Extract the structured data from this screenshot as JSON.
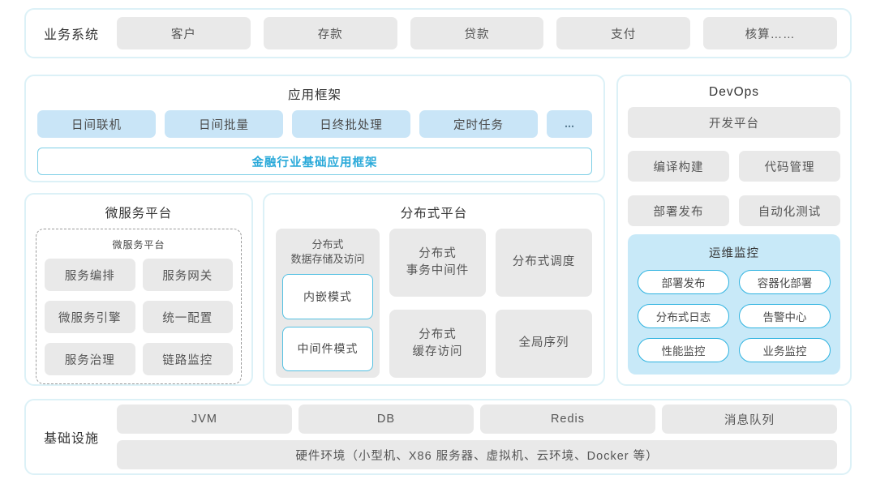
{
  "colors": {
    "panel_border": "#dcf1f7",
    "chip_gray": "#e9e9e9",
    "chip_blue": "#c9e5f7",
    "ops_panel_bg": "#c8e9f8",
    "accent_blue_text": "#29a9d9",
    "ops_chip_border": "#2fb3e0",
    "mode_card_border": "#54c0e2"
  },
  "business": {
    "label": "业务系统",
    "items": [
      "客户",
      "存款",
      "贷款",
      "支付",
      "核算……"
    ]
  },
  "app_framework": {
    "title": "应用框架",
    "chips": [
      "日间联机",
      "日间批量",
      "日终批处理",
      "定时任务",
      "..."
    ],
    "base_box": "金融行业基础应用框架"
  },
  "microservice": {
    "title": "微服务平台",
    "inner_title": "微服务平台",
    "chips": [
      "服务编排",
      "服务网关",
      "微服务引擎",
      "统一配置",
      "服务治理",
      "链路监控"
    ]
  },
  "distributed": {
    "title": "分布式平台",
    "storage": {
      "title": "分布式\n数据存储及访问",
      "modes": [
        "内嵌模式",
        "中间件模式"
      ]
    },
    "cards": {
      "transaction": "分布式\n事务中间件",
      "schedule": "分布式调度",
      "cache": "分布式\n缓存访问",
      "sequence": "全局序列"
    }
  },
  "devops": {
    "title": "DevOps",
    "platform": "开发平台",
    "chips": [
      "编译构建",
      "代码管理",
      "部署发布",
      "自动化测试"
    ],
    "ops": {
      "title": "运维监控",
      "chips": [
        "部署发布",
        "容器化部署",
        "分布式日志",
        "告警中心",
        "性能监控",
        "业务监控"
      ]
    }
  },
  "infrastructure": {
    "label": "基础设施",
    "chips": [
      "JVM",
      "DB",
      "Redis",
      "消息队列"
    ],
    "hardware": "硬件环境（小型机、X86 服务器、虚拟机、云环境、Docker 等）"
  }
}
